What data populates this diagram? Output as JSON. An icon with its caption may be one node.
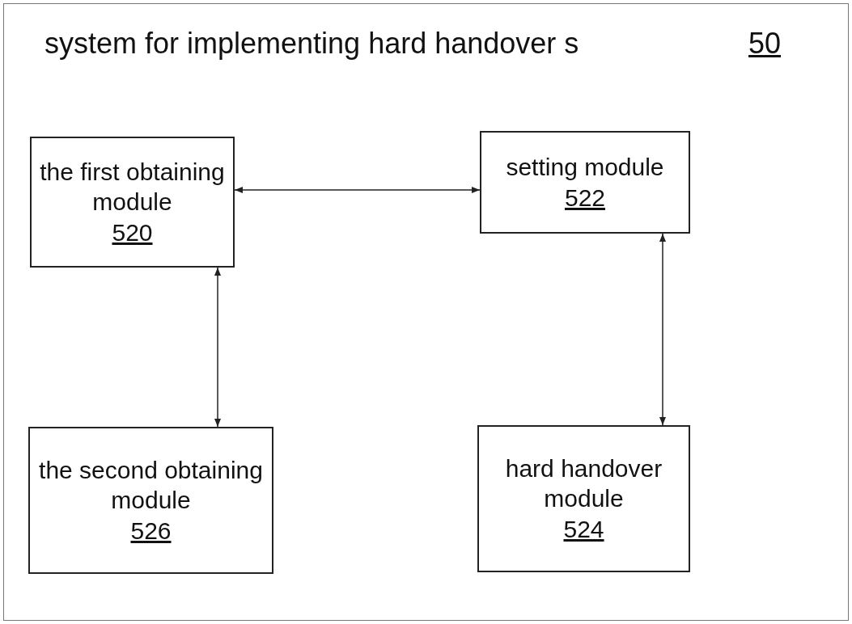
{
  "diagram": {
    "nodes": [
      {
        "text": [
          "system for implementing hard handover s",
          "50"
        ]
      },
      {
        "text": [
          "the first obtaining module",
          "520"
        ],
        "in": 0
      },
      {
        "text": [
          "setting module",
          "522"
        ],
        "in": 0
      },
      {
        "text": [
          "the second obtaining module",
          "526"
        ],
        "in": 0
      },
      {
        "text": [
          "hard handover module",
          "524"
        ],
        "in": 0
      }
    ],
    "edges": [
      {
        "from": 1,
        "to": 2,
        "arrow": "both"
      },
      {
        "from": 1,
        "to": 3,
        "arrow": "both"
      },
      {
        "from": 2,
        "to": 4,
        "arrow": "both"
      }
    ]
  }
}
